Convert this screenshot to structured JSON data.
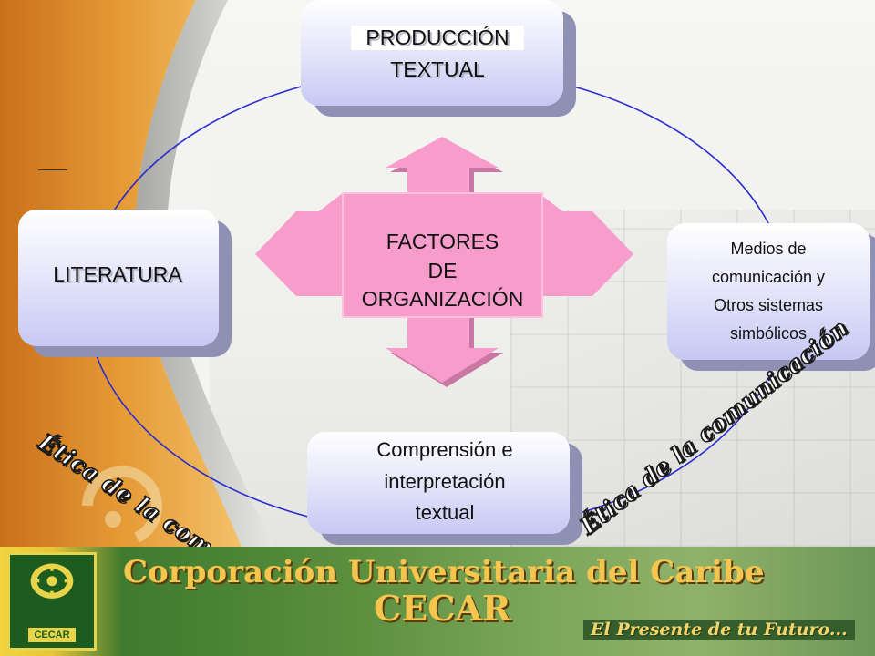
{
  "diagram": {
    "top_box": {
      "line1": "PRODUCCIÓN",
      "line2": "TEXTUAL"
    },
    "left_box": {
      "label": "LITERATURA"
    },
    "right_box": {
      "line1": "Medios de",
      "line2": "comunicación y",
      "line3": "Otros sistemas",
      "line4": "simbólicos"
    },
    "bottom_box": {
      "line1": "Comprensión e",
      "line2": "interpretación",
      "line3": "textual"
    },
    "center": {
      "line1": "FACTORES",
      "line2": "DE",
      "line3": "ORGANIZACIÓN"
    },
    "etica_left": "Ética de la comunicación",
    "etica_right": "Ética de la comunicación"
  },
  "banner": {
    "title": "Corporación Universitaria del Caribe",
    "subtitle": "CECAR",
    "slogan": "El Presente de tu Futuro...",
    "logo_text": "CECAR"
  },
  "colors": {
    "ellipse": "#2b2bd0",
    "arrow": "#f79ccb",
    "box": "#c6c8f3",
    "banner_text": "#f4c64e"
  }
}
